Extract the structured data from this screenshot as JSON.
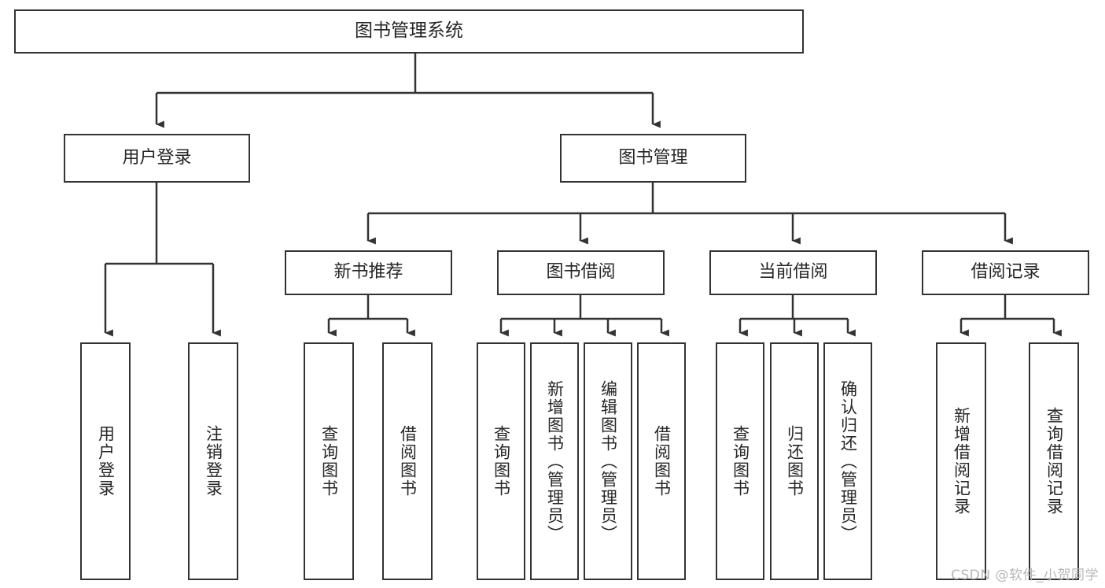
{
  "diagram": {
    "type": "tree-hierarchy",
    "title": "图书管理系统",
    "watermark": "CSDN @软件_小贺同学",
    "colors": {
      "box_border": "#333333",
      "box_fill": "#ffffff",
      "connector": "#333333",
      "text": "#262626",
      "watermark": "#b7b7b7"
    },
    "root": {
      "label": "图书管理系统"
    },
    "level2": [
      {
        "key": "user_login",
        "label": "用户登录"
      },
      {
        "key": "book_manage",
        "label": "图书管理"
      }
    ],
    "level3": [
      {
        "key": "new_book",
        "label": "新书推荐"
      },
      {
        "key": "book_borrow",
        "label": "图书借阅"
      },
      {
        "key": "current_borrow",
        "label": "当前借阅"
      },
      {
        "key": "borrow_record",
        "label": "借阅记录"
      }
    ],
    "leaves": {
      "user_login": [
        {
          "label": "用户登录"
        },
        {
          "label": "注销登录"
        }
      ],
      "new_book": [
        {
          "label": "查询图书"
        },
        {
          "label": "借阅图书"
        }
      ],
      "book_borrow": [
        {
          "label": "查询图书"
        },
        {
          "label": "新增图书（管理员）"
        },
        {
          "label": "编辑图书（管理员）"
        },
        {
          "label": "借阅图书"
        }
      ],
      "current_borrow": [
        {
          "label": "查询图书"
        },
        {
          "label": "归还图书"
        },
        {
          "label": "确认归还（管理员）"
        }
      ],
      "borrow_record": [
        {
          "label": "新增借阅记录"
        },
        {
          "label": "查询借阅记录"
        }
      ]
    }
  }
}
